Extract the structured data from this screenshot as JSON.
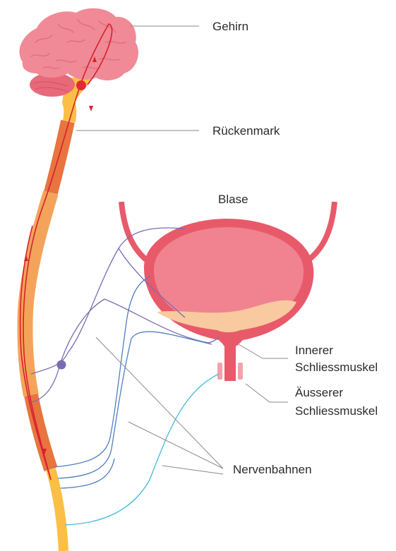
{
  "labels": {
    "brain": "Gehirn",
    "spinal_cord": "Rückenmark",
    "bladder": "Blase",
    "inner_sphincter_line1": "Innerer",
    "inner_sphincter_line2": "Schliessmuskel",
    "outer_sphincter_line1": "Äusserer",
    "outer_sphincter_line2": "Schliessmuskel",
    "nerves": "Nervenbahnen"
  },
  "colors": {
    "brain": "#f08a96",
    "cerebellum": "#e8697a",
    "spine_light": "#f4a45a",
    "spine_dark": "#e8743f",
    "spine_yellow": "#fbbf45",
    "bladder_wall": "#e85a6a",
    "bladder_fill": "#f0838f",
    "urine": "#f9c9a0",
    "signal_path": "#d7202e",
    "nerve_purple": "#7b6bb3",
    "nerve_blue": "#4f7fbf",
    "nerve_cyan": "#47b9d9",
    "leader_line": "#8a8a8a"
  }
}
